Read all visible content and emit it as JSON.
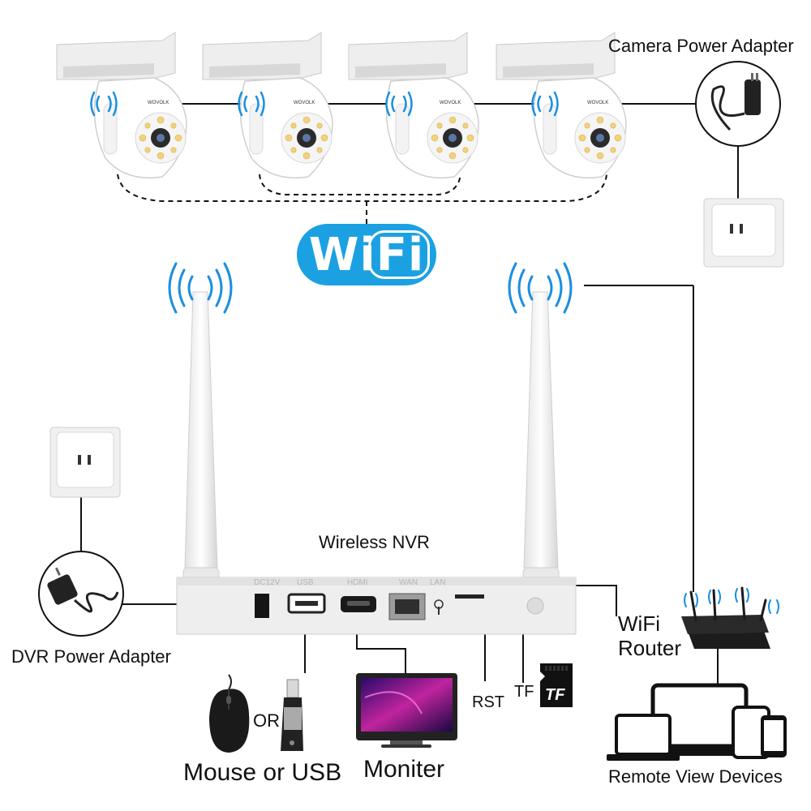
{
  "labels": {
    "camera_power_adapter": "Camera Power Adapter",
    "wifi_logo": "WiFi",
    "wireless_nvr": "Wireless NVR",
    "dvr_power_adapter": "DVR Power Adapter",
    "wifi_router_line1": "WiFi",
    "wifi_router_line2": "Router",
    "or": "OR",
    "mouse_or_usb": "Mouse or USB",
    "moniter": "Moniter",
    "rst": "RST",
    "tf": "TF",
    "tf_card": "TF",
    "remote_view_devices": "Remote View Devices"
  },
  "port_labels": [
    "DC12V",
    "USB",
    "HDMI",
    "WAN",
    "LAN"
  ],
  "camera_brand": "WOVOLK",
  "colors": {
    "wifi_blue": "#1ba1e2",
    "signal_blue": "#1a8fe0",
    "line": "#111111",
    "monitor_screen": "#b01a9a"
  }
}
